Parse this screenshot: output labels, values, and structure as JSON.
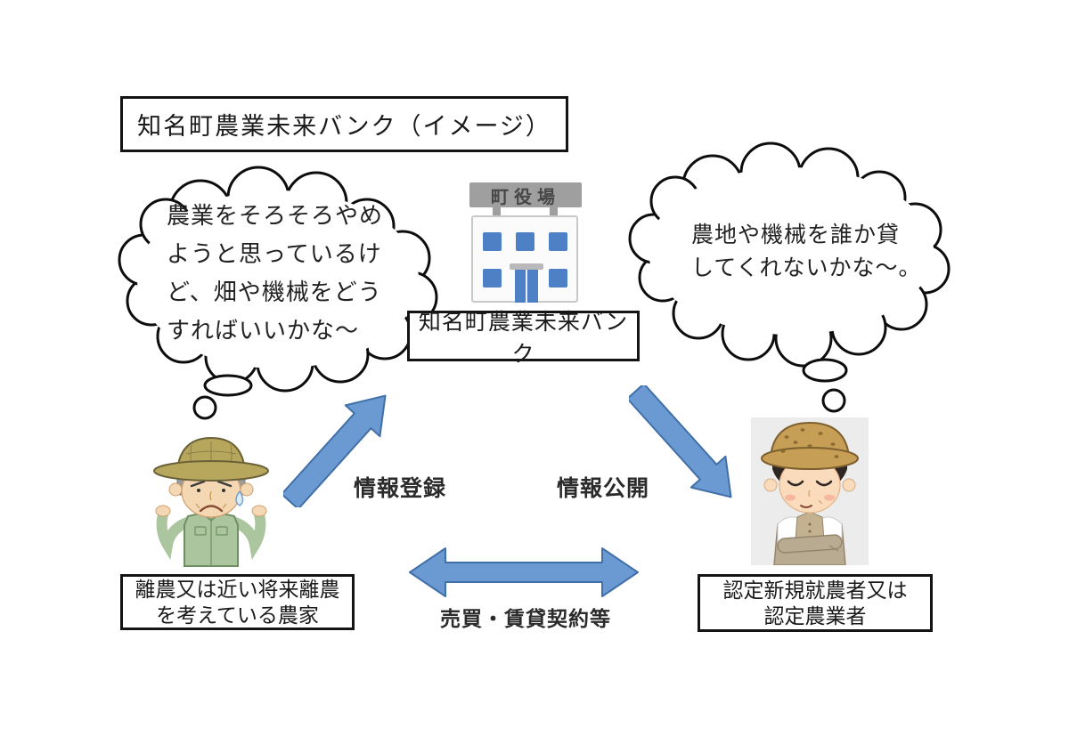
{
  "title": "知名町農業未来バンク（イメージ）",
  "bank": {
    "building_sign": "町役場",
    "label": "知名町農業未来バンク"
  },
  "bubbles": {
    "retiring_farmer": "農業をそろそろやめ\nようと思っているけ\nど、畑や機械をどう\nすればいいかな～",
    "new_farmer": "農地や機械を誰か貸\nしてくれないかな～。"
  },
  "flows": {
    "register": "情報登録",
    "publish": "情報公開",
    "contract": "売買・賃貸契約等"
  },
  "actors": {
    "retiring_farmer": "離農又は近い将来離農\nを考えている農家",
    "new_farmer": "認定新規就農者又は\n認定農業者"
  },
  "colors": {
    "arrow_fill": "#6b9ad3",
    "arrow_stroke": "#4170a8",
    "window_blue": "#4d80c4",
    "sign_gray": "#9f9f9f",
    "cloud_outline": "#0d0d0d"
  }
}
